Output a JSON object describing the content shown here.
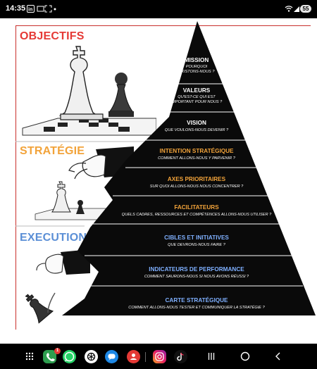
{
  "status_bar": {
    "time": "14:35",
    "battery": "55"
  },
  "sections": {
    "objectifs": {
      "label": "OBJECTIFS",
      "color": "#e53935"
    },
    "strategie": {
      "label": "STRATÉGIE",
      "color": "#f2a33a"
    },
    "execution": {
      "label": "EXECUTION",
      "color": "#5b8fd6"
    }
  },
  "pyramid": {
    "tiers": [
      {
        "title": "MISSION",
        "subtitle": "POURQUOI\nEXISTONS-NOUS ?",
        "title_color": "#ffffff"
      },
      {
        "title": "VALEURS",
        "subtitle": "QU'EST-CE QUI EST\nIMPORTANT POUR NOUS ?",
        "title_color": "#ffffff"
      },
      {
        "title": "VISION",
        "subtitle": "QUE VOULONS-NOUS DEVENIR ?",
        "title_color": "#ffffff"
      },
      {
        "title": "INTENTION STRATÉGIQUE",
        "subtitle": "COMMENT ALLONS-NOUS Y PARVENIR ?",
        "title_color": "#f2a33a"
      },
      {
        "title": "AXES PRIORITAIRES",
        "subtitle": "SUR QUOI ALLONS-NOUS NOUS CONCENTRER ?",
        "title_color": "#f2a33a"
      },
      {
        "title": "FACILITATEURS",
        "subtitle": "QUELS CADRES, RESSOURCES ET COMPÉTENCES ALLONS-NOUS UTILISER ?",
        "title_color": "#f2a33a"
      },
      {
        "title": "CIBLES ET INITIATIVES",
        "subtitle": "QUE DEVRONS-NOUS FAIRE ?",
        "title_color": "#7fb0ff"
      },
      {
        "title": "INDICATEURS DE PERFORMANCE",
        "subtitle": "COMMENT SAURONS-NOUS SI NOUS AVONS RÉUSSI ?",
        "title_color": "#7fb0ff"
      },
      {
        "title": "CARTE STRATÉGIQUE",
        "subtitle": "COMMENT ALLONS-NOUS TESTER ET COMMUNIQUER LA STRATÉGIE ?",
        "title_color": "#7fb0ff"
      }
    ]
  },
  "nav_bar": {
    "apps": [
      "apps-grid-icon",
      "phone-icon",
      "whatsapp-icon",
      "chatgpt-icon",
      "messages-icon",
      "contacts-icon",
      "instagram-icon",
      "tiktok-icon"
    ],
    "phone_badge": "1"
  }
}
